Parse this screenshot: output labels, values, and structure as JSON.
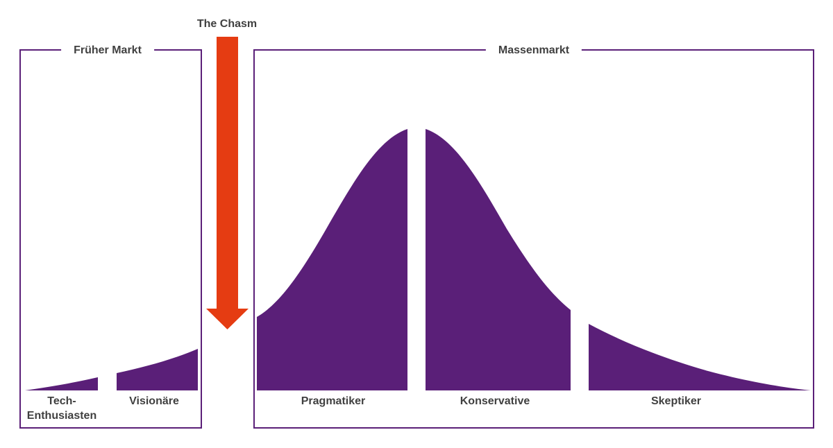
{
  "colors": {
    "purple": "#5a1f78",
    "arrow": "#e53c12",
    "text": "#404040",
    "background": "#ffffff"
  },
  "sections": {
    "early_market": "Früher Markt",
    "mass_market": "Massenmarkt"
  },
  "chasm": {
    "label": "The Chasm",
    "icon": "down-arrow-icon"
  },
  "segments": {
    "tech_enthusiasts_line1": "Tech-",
    "tech_enthusiasts_line2": "Enthusiasten",
    "visionaries": "Visionäre",
    "pragmatists": "Pragmatiker",
    "conservatives": "Konservative",
    "skeptics": "Skeptiker"
  }
}
